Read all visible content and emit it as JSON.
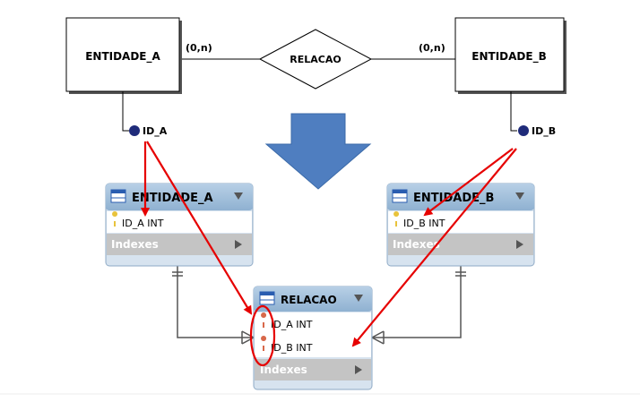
{
  "conceptual": {
    "entity_a": "ENTIDADE_A",
    "entity_b": "ENTIDADE_B",
    "relationship": "RELACAO",
    "card_left": "(0,n)",
    "card_right": "(0,n)",
    "attr_a": "ID_A",
    "attr_b": "ID_B"
  },
  "tables": {
    "a": {
      "title": "ENTIDADE_A",
      "column": "ID_A INT",
      "indexes": "Indexes"
    },
    "b": {
      "title": "ENTIDADE_B",
      "column": "ID_B INT",
      "indexes": "Indexes"
    },
    "rel": {
      "title": "RELACAO",
      "col1": "ID_A INT",
      "col2": "ID_B INT",
      "indexes": "Indexes"
    }
  },
  "colors": {
    "arrow_red": "#e60000",
    "transform_arrow_blue": "#4f7ec0",
    "table_header": "#9dbbd6",
    "indexes_band": "#c4c4c4",
    "attribute_dot": "#1f2b7a"
  }
}
